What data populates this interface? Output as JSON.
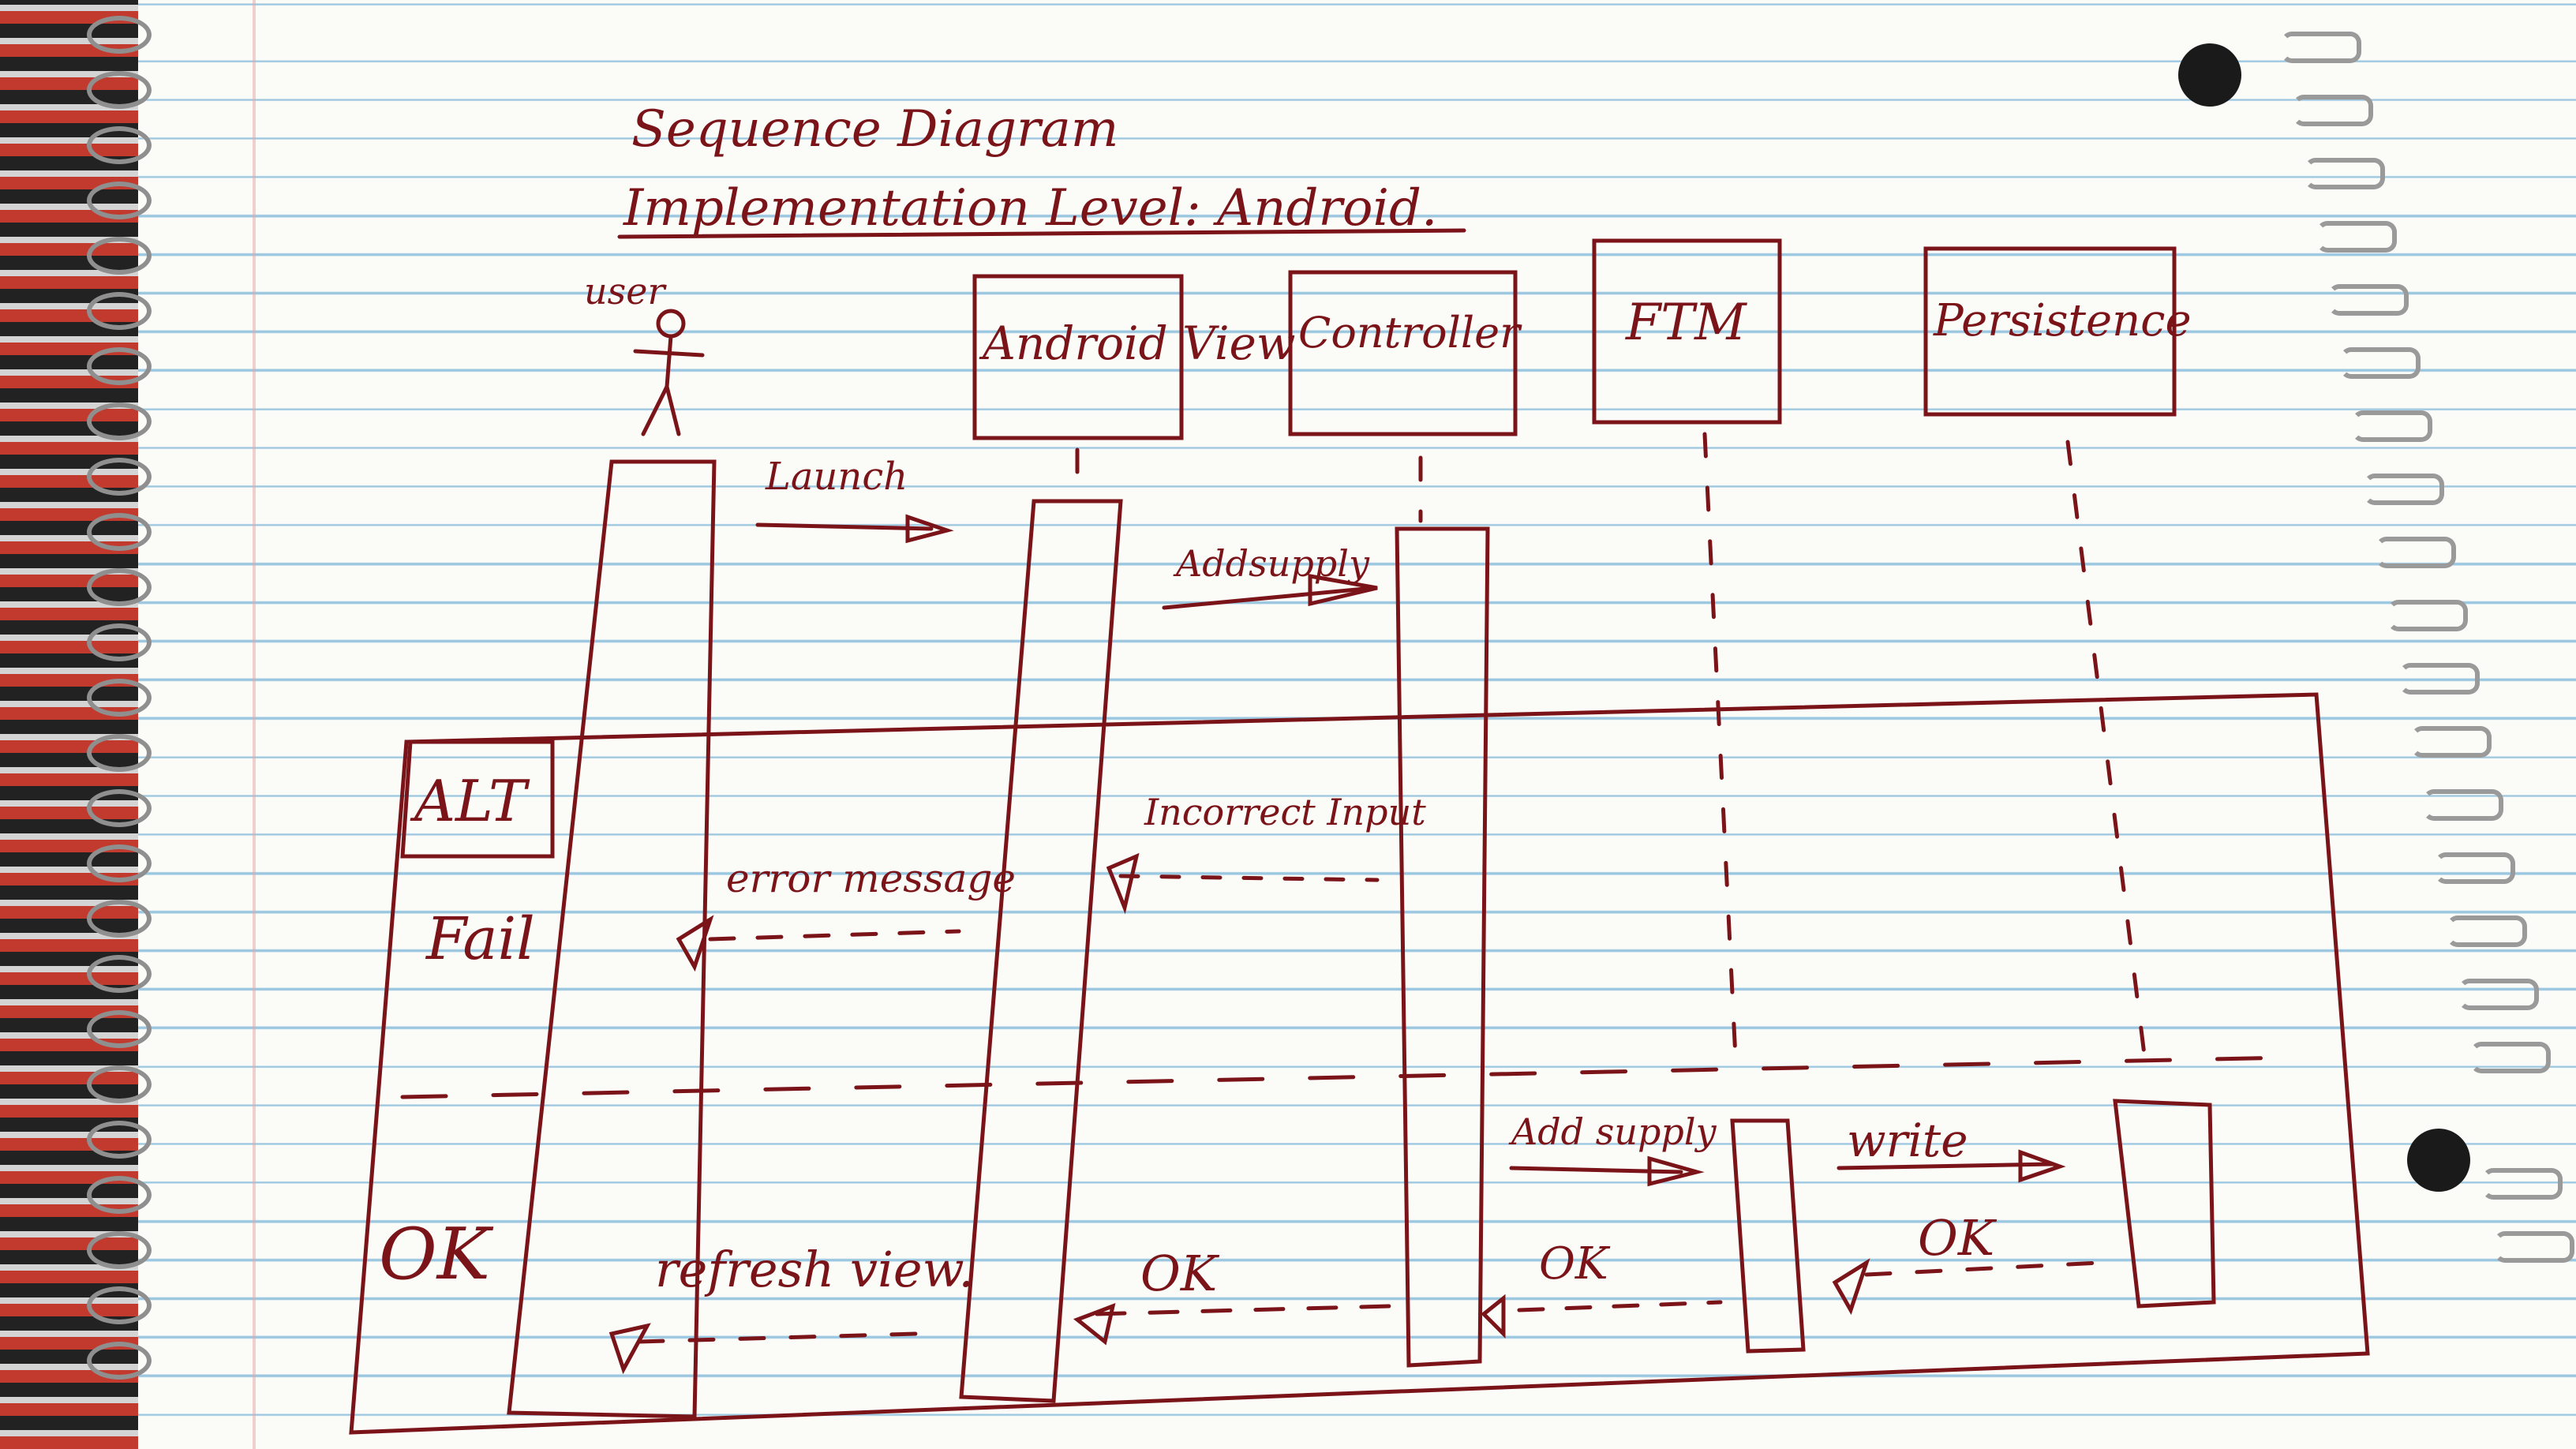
{
  "diagram": {
    "title": "Sequence Diagram",
    "subtitle": "Implementation Level: Android.",
    "actor_label": "user",
    "participants": [
      "Android View",
      "Controller",
      "FTM",
      "Persistence"
    ],
    "messages": {
      "launch": "Launch",
      "addsupply": "Addsupply",
      "incorrect_input": "Incorrect Input",
      "error_message": "error message",
      "ok_view": "OK",
      "refresh_view": "refresh view.",
      "ok_controller": "OK",
      "add_supply": "Add supply",
      "write": "write",
      "ok_persistence": "OK"
    },
    "fragment": {
      "label": "ALT",
      "guard_fail": "Fail",
      "guard_ok": "OK"
    }
  },
  "colors": {
    "ink": "#7a1418",
    "paper": "#fbfbf8",
    "rule_line": "#9cc7e0"
  }
}
